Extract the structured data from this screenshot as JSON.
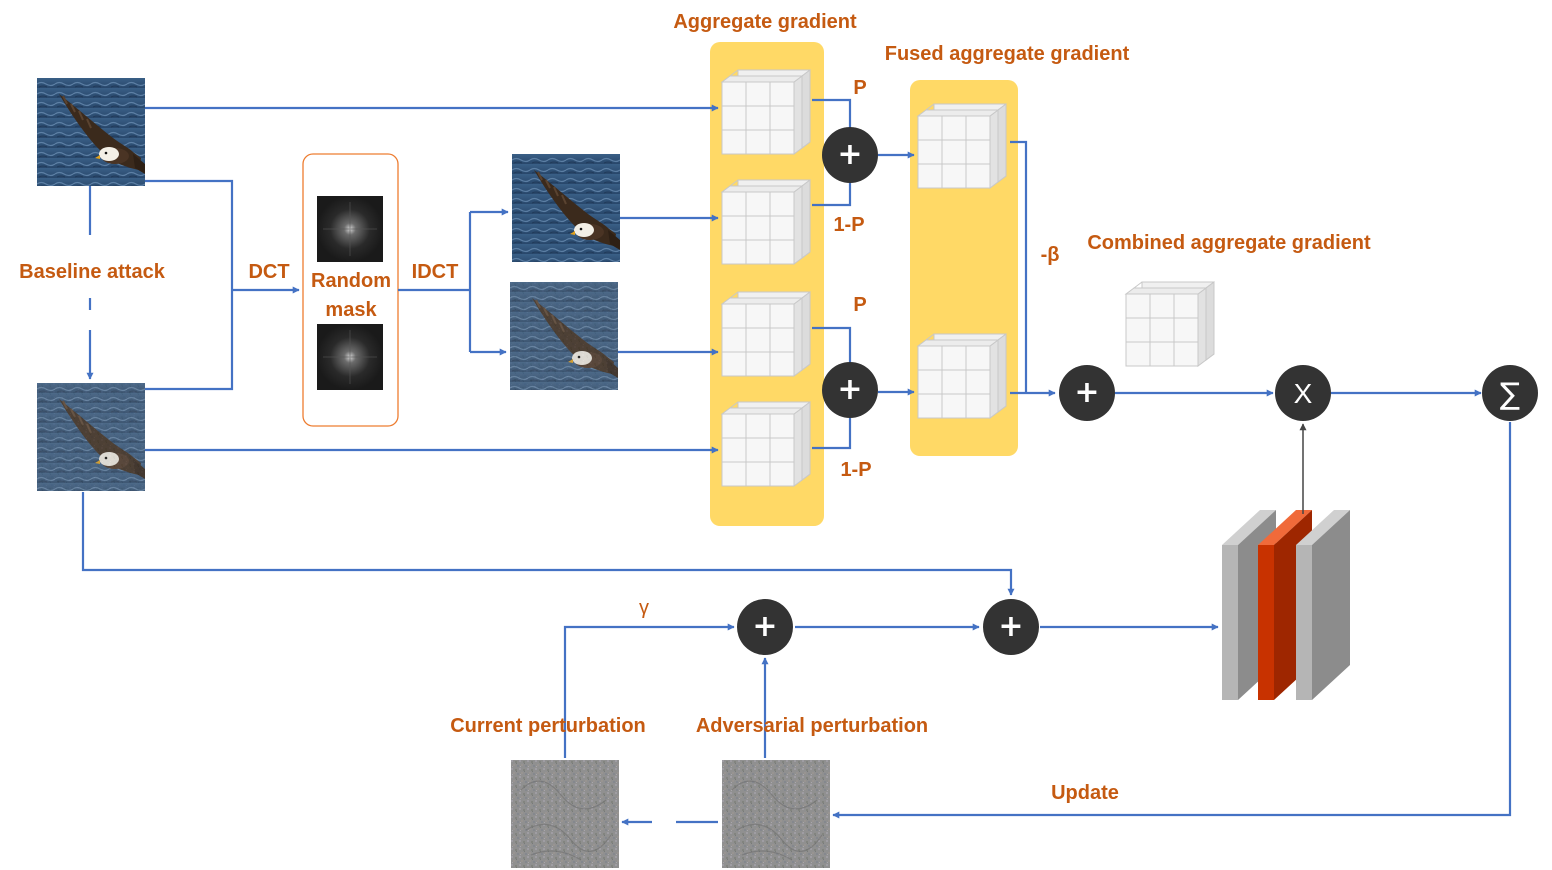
{
  "labels": {
    "aggregate_gradient": "Aggregate gradient",
    "fused_aggregate_gradient": "Fused aggregate gradient",
    "combined_aggregate_gradient": "Combined aggregate gradient",
    "baseline_attack": "Baseline attack",
    "dct": "DCT",
    "idct": "IDCT",
    "random_mask": "Random mask",
    "p_top": "P",
    "one_minus_p_top": "1-P",
    "p_bottom": "P",
    "one_minus_p_bottom": "1-P",
    "neg_beta": "-β",
    "gamma": "γ",
    "current_perturbation": "Current perturbation",
    "adversarial_perturbation": "Adversarial perturbation",
    "update": "Update"
  },
  "operators": {
    "plus": "+",
    "multiply": "X",
    "sum": "∑"
  },
  "colors": {
    "arrow": "#4472c4",
    "label": "#c55a11",
    "highlight_box": "#ffd966",
    "operator_node": "#333333",
    "mask_border": "#ed7d31",
    "network_gray": "#a6a6a6",
    "network_orange": "#c83200"
  }
}
